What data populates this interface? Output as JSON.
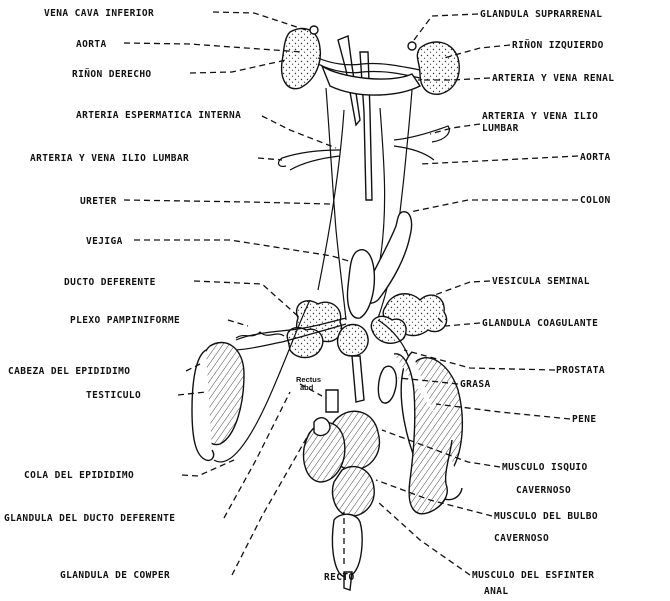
{
  "labels": {
    "vena_cava_inferior": "VENA CAVA INFERIOR",
    "glandula_suprarrenal": "GLANDULA SUPRARRENAL",
    "aorta_top": "AORTA",
    "rinon_izquierdo": "RIÑON IZQUIERDO",
    "rinon_derecho": "RIÑON DERECHO",
    "arteria_vena_renal": "ARTERIA Y VENA RENAL",
    "arteria_espermatica": "ARTERIA ESPERMATICA INTERNA",
    "arteria_ilio_lumbar_right_1": "ARTERIA Y VENA ILIO",
    "arteria_ilio_lumbar_right_2": "LUMBAR",
    "arteria_ilio_lumbar_left": "ARTERIA Y VENA ILIO LUMBAR",
    "aorta_right": "AORTA",
    "ureter": "URETER",
    "colon": "COLON",
    "vejiga": "VEJIGA",
    "ducto_deferente": "DUCTO DEFERENTE",
    "vesicula_seminal": "VESICULA SEMINAL",
    "plexo_pampiniforme": "PLEXO PAMPINIFORME",
    "glandula_coagulante": "GLANDULA COAGULANTE",
    "cabeza_epididimo": "CABEZA DEL EPIDIDIMO",
    "prostata": "PROSTATA",
    "testiculo": "TESTICULO",
    "grasa": "GRASA",
    "rectus_1": "Rectus",
    "rectus_2": "abd",
    "pene": "PENE",
    "cola_epididimo": "COLA DEL EPIDIDIMO",
    "musculo_isquio_1": "MUSCULO ISQUIO",
    "musculo_isquio_2": "CAVERNOSO",
    "glandula_ducto_deferente": "GLANDULA DEL DUCTO DEFERENTE",
    "musculo_bulbo_1": "MUSCULO DEL BULBO",
    "musculo_bulbo_2": "CAVERNOSO",
    "glandula_cowper": "GLANDULA DE COWPER",
    "recto": "RECTO",
    "musculo_esfinter_1": "MUSCULO DEL ESFINTER",
    "musculo_esfinter_2": "ANAL"
  }
}
